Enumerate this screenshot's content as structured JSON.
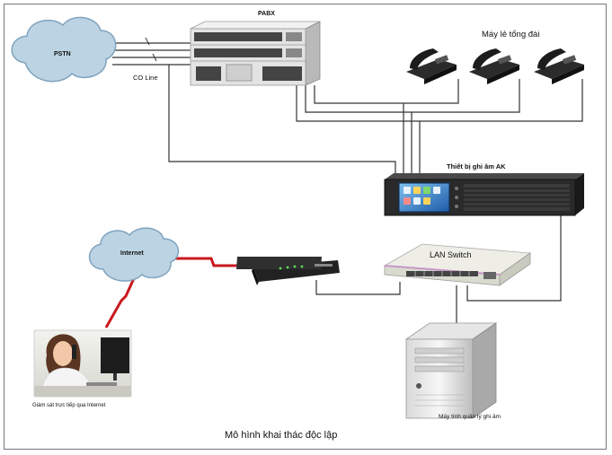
{
  "labels": {
    "pstn": "PSTN",
    "pabx": "PABX",
    "co_line": "CO Line",
    "extensions": "Máy lẻ tổng đài",
    "recorder": "Thiết bị ghi âm AK",
    "internet": "Internet",
    "lan_switch": "LAN Switch",
    "remote_monitor": "Giám sát trực tiếp qua Internet",
    "pc": "Máy tính quản lý ghi âm",
    "caption": "Mô hình khai thác độc lập"
  },
  "colors": {
    "cloud_fill": "#bcd3e3",
    "cloud_stroke": "#7fa3bf",
    "internet_link": "#c8191e",
    "wire": "#333333",
    "pabx_body": "#e3e3e3",
    "recorder_body": "#2a2a2a",
    "switch_body": "#e9eadf",
    "switch_stripe": "#c896c8"
  },
  "icons": [
    "cloud-icon",
    "pabx-icon",
    "desk-phone-icon",
    "recorder-icon",
    "modem-icon",
    "lan-switch-icon",
    "server-icon",
    "person-photo-icon"
  ]
}
